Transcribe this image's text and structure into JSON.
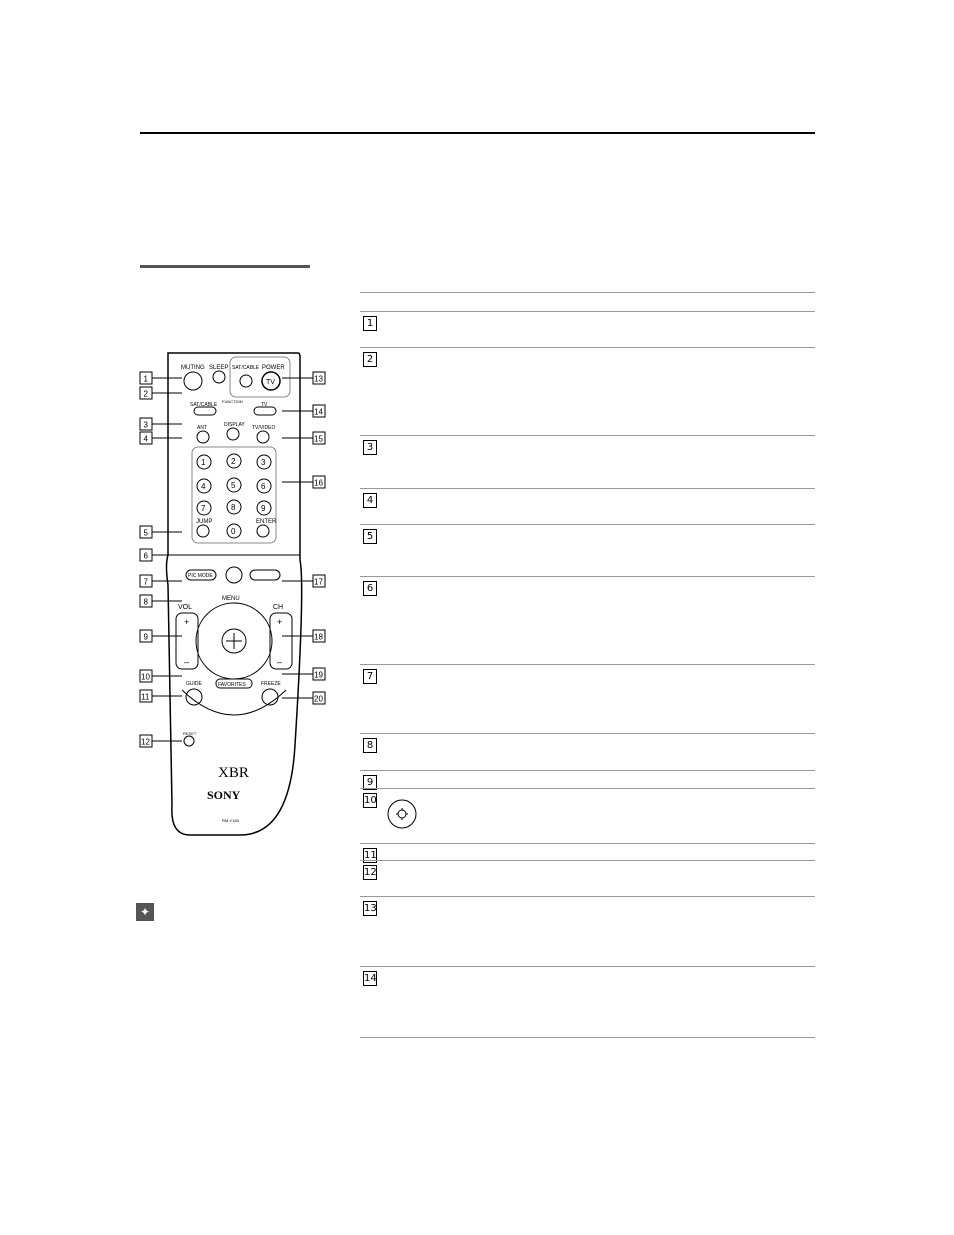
{
  "remote": {
    "buttons": {
      "muting": "MUTING",
      "sleep": "SLEEP",
      "sat_cable": "SAT/CABLE",
      "power": "POWER",
      "tv": "TV",
      "function_label": "FUNCTION",
      "func_sat_cable": "SAT/CABLE",
      "func_tv": "TV",
      "ant": "ANT",
      "display": "DISPLAY",
      "tv_video": "TV/VIDEO",
      "digits": [
        "1",
        "2",
        "3",
        "4",
        "5",
        "6",
        "7",
        "8",
        "9",
        "0"
      ],
      "jump": "JUMP",
      "enter": "ENTER",
      "pic_mode": "PIC MODE",
      "menu": "MENU",
      "vol": "VOL",
      "ch": "CH",
      "plus": "+",
      "minus": "–",
      "favorites": "FAVORITES",
      "guide": "GUIDE",
      "freeze": "FREEZE",
      "reset": "RESET"
    },
    "brand": {
      "xbr": "XBR",
      "sony": "SONY",
      "model": "RM-Y184"
    },
    "callouts": [
      "1",
      "2",
      "3",
      "4",
      "5",
      "6",
      "7",
      "8",
      "9",
      "10",
      "11",
      "12",
      "13",
      "14",
      "15",
      "16",
      "17",
      "18",
      "19",
      "20"
    ]
  },
  "table": {
    "rows": [
      "1",
      "2",
      "3",
      "4",
      "5",
      "6",
      "7",
      "8",
      "9",
      "10",
      "11",
      "12",
      "13",
      "14"
    ]
  },
  "tip": {
    "icon": "lightbulb-icon"
  }
}
